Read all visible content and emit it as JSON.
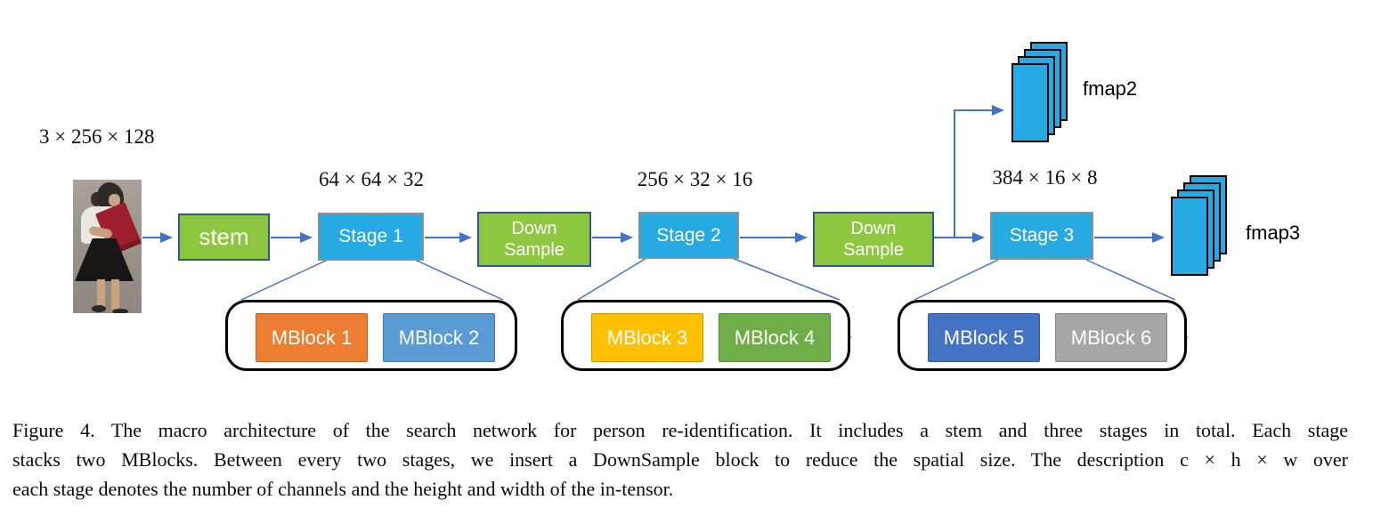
{
  "diagram": {
    "input_label": "3 × 256 × 128",
    "nodes": {
      "stem": {
        "label": "stem"
      },
      "stage1": {
        "label": "Stage 1",
        "dims": "64 × 64 × 32"
      },
      "downsample1": {
        "label_line1": "Down",
        "label_line2": "Sample"
      },
      "stage2": {
        "label": "Stage 2",
        "dims": "256 × 32 × 16"
      },
      "downsample2": {
        "label_line1": "Down",
        "label_line2": "Sample"
      },
      "stage3": {
        "label": "Stage 3",
        "dims": "384 × 16 × 8"
      }
    },
    "outputs": {
      "fmap2": {
        "label": "fmap2"
      },
      "fmap3": {
        "label": "fmap3"
      }
    },
    "mblocks": [
      {
        "label": "MBlock 1",
        "color": "#ED7D31"
      },
      {
        "label": "MBlock 2",
        "color": "#5B9BD5"
      },
      {
        "label": "MBlock 3",
        "color": "#FFC000"
      },
      {
        "label": "MBlock 4",
        "color": "#6FAE46"
      },
      {
        "label": "MBlock 5",
        "color": "#4472C4"
      },
      {
        "label": "MBlock 6",
        "color": "#A6A6A6"
      }
    ],
    "colors": {
      "stage_fill": "#27AAE1",
      "stage_border": "#8F8F8F",
      "green_fill": "#8DC63F",
      "green_border": "#2E5597",
      "arrow": "#4472C4",
      "fmap_fill": "#27AAE1",
      "fmap_border": "#000000"
    }
  },
  "caption": {
    "lines": [
      "Figure 4. The macro architecture of the search network for person re-identification. It includes a stem and three stages in total. Each stage",
      "stacks two MBlocks. Between every two stages, we insert a DownSample block to reduce the spatial size. The description c × h × w over",
      "each stage denotes the number of channels and the height and width of the in-tensor."
    ]
  }
}
